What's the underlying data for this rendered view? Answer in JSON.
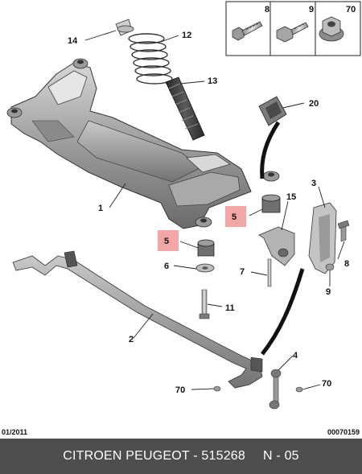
{
  "hardware_box": {
    "items": [
      {
        "number": "8"
      },
      {
        "number": "9"
      },
      {
        "number": "70"
      }
    ]
  },
  "callouts": {
    "c1": "1",
    "c2": "2",
    "c3": "3",
    "c4": "4",
    "c5a": "5",
    "c5b": "5",
    "c6": "6",
    "c7": "7",
    "c8": "8",
    "c9": "9",
    "c11": "11",
    "c12": "12",
    "c13": "13",
    "c14": "14",
    "c15": "15",
    "c20": "20",
    "c70a": "70",
    "c70b": "70"
  },
  "colors": {
    "highlight": "#f2a6a6",
    "frame_dark": "#6f6f6f",
    "frame_light": "#bdbdbd",
    "footer_bar": "#4e4e4e"
  },
  "footer": {
    "date": "01/2011",
    "code": "00070159",
    "title": "CITROEN PEUGEOT - 515268",
    "page": "N - 05"
  }
}
